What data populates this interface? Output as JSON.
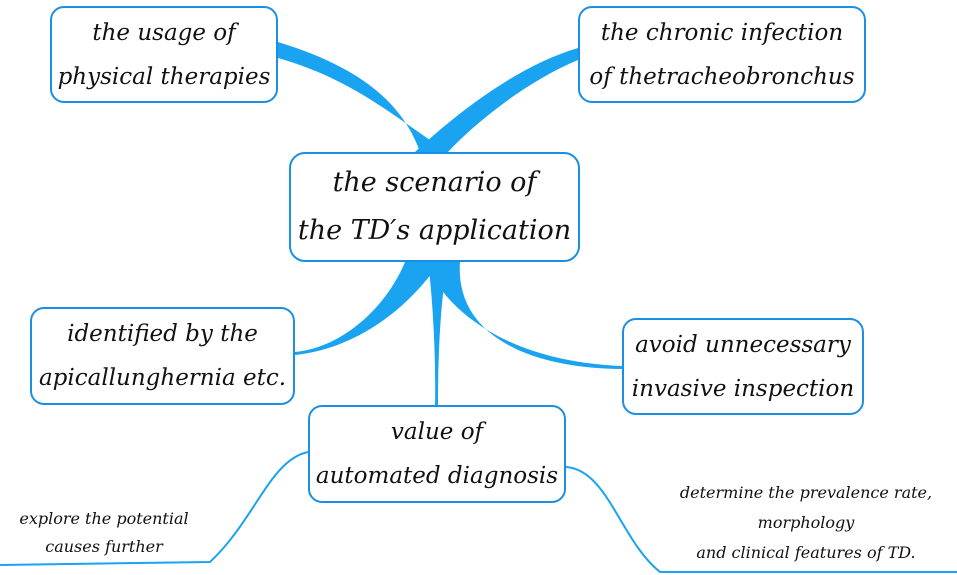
{
  "center": {
    "line1": "the scenario of",
    "line2": "the TD′s application"
  },
  "branches": {
    "top_left": {
      "line1": "the usage of",
      "line2": "physical therapies"
    },
    "top_right": {
      "line1": "the chronic infection",
      "line2": "of thetracheobronchus"
    },
    "mid_left": {
      "line1": "identified by the",
      "line2": "apicallunghernia etc."
    },
    "mid_right": {
      "line1": "avoid unnecessary",
      "line2": "invasive inspection"
    },
    "bottom": {
      "line1": "value of",
      "line2": "automated diagnosis"
    }
  },
  "leaves": {
    "left": {
      "line1": "explore the potential",
      "line2": "causes further"
    },
    "right": {
      "line1": "determine the prevalence rate,",
      "line2": "morphology",
      "line3": "and clinical features of TD."
    }
  },
  "colors": {
    "connector": "#1aa3f0",
    "border": "#1a8fe3"
  }
}
